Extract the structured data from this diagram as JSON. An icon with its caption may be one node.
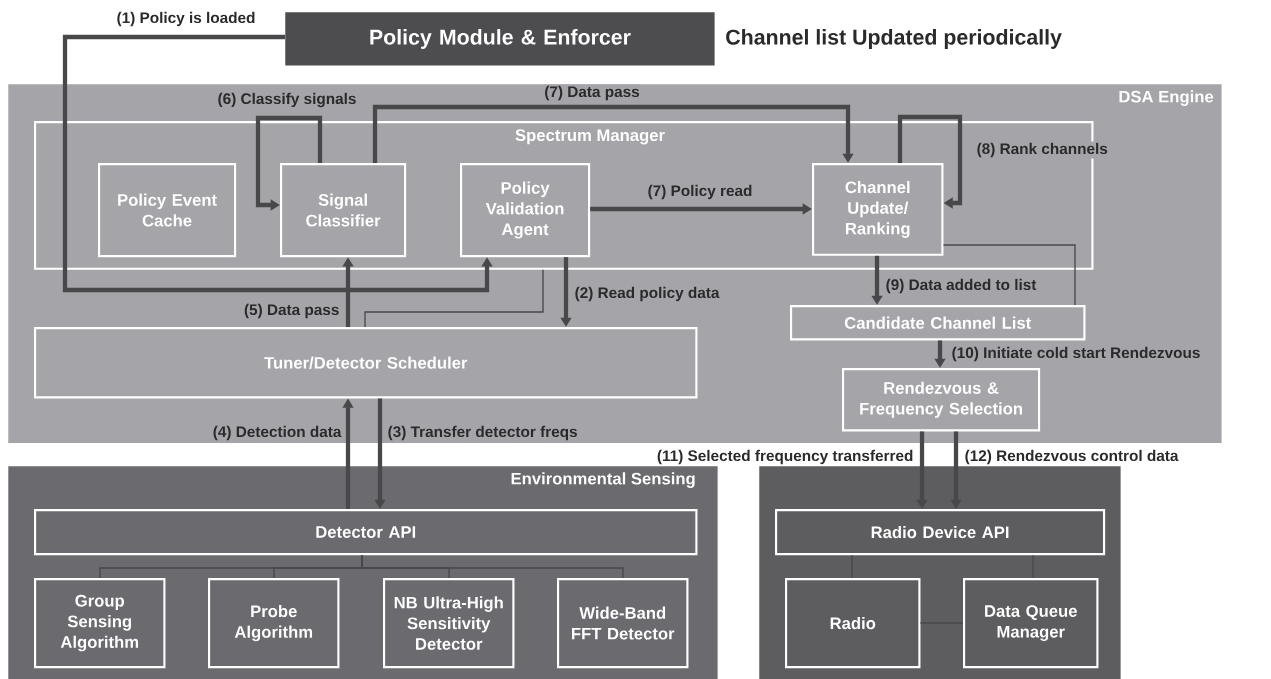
{
  "diagram": {
    "nodes": [
      {
        "text": [
          "Policy Module & Enforcer"
        ],
        "beside": [
          "Channel list Updated periodically"
        ]
      },
      {
        "text": [
          "DSA Engine"
        ]
      },
      {
        "text": [
          "Spectrum Manager"
        ],
        "in": 1
      },
      {
        "text": [
          "Policy Event Cache"
        ],
        "in": 2
      },
      {
        "text": [
          "Signal Classifier"
        ],
        "in": 2
      },
      {
        "text": [
          "Policy Validation Agent"
        ],
        "in": 2
      },
      {
        "text": [
          "Channel Update/ Ranking"
        ],
        "in": 2
      },
      {
        "text": [
          "Tuner/Detector Scheduler"
        ],
        "in": 1
      },
      {
        "text": [
          "Candidate Channel List"
        ],
        "in": 1
      },
      {
        "text": [
          "Rendezvous & Frequency Selection"
        ],
        "in": 1
      },
      {
        "text": [
          "Environmental Sensing"
        ]
      },
      {
        "text": [
          "Detector API"
        ],
        "in": 10
      },
      {
        "text": [
          "Group Sensing Algorithm"
        ],
        "in": 10
      },
      {
        "text": [
          "Probe Algorithm"
        ],
        "in": 10
      },
      {
        "text": [
          "NB Ultra-High Sensitivity Detector"
        ],
        "in": 10
      },
      {
        "text": [
          "Wide-Band FFT Detector"
        ],
        "in": 10
      },
      {
        "text": [],
        "shape": "box"
      },
      {
        "text": [
          "Radio Device API"
        ],
        "in": 16
      },
      {
        "text": [
          "Radio"
        ],
        "in": 16
      },
      {
        "text": [
          "Data Queue Manager"
        ],
        "in": 16
      }
    ],
    "edges": [
      {
        "from": 0,
        "to": 5,
        "arrow": "to",
        "label": "(1) Policy is loaded"
      },
      {
        "from": 5,
        "to": 7,
        "arrow": "to",
        "label": "(2) Read policy data"
      },
      {
        "from": 7,
        "to": 11,
        "arrow": "to",
        "label": "(3) Transfer detector freqs"
      },
      {
        "from": 11,
        "to": 7,
        "arrow": "to",
        "label": "(4) Detection data"
      },
      {
        "from": 7,
        "to": 4,
        "arrow": "to",
        "label": "(5) Data pass"
      },
      {
        "from": 7,
        "to": 2,
        "arrow": "none"
      },
      {
        "from": 4,
        "to": 4,
        "arrow": "to",
        "label": "(6) Classify signals"
      },
      {
        "from": 4,
        "to": 6,
        "arrow": "to",
        "label": "(7) Data pass"
      },
      {
        "from": 5,
        "to": 6,
        "arrow": "to",
        "label": "(7) Policy read"
      },
      {
        "from": 6,
        "to": 6,
        "arrow": "to",
        "label": "(8) Rank channels"
      },
      {
        "from": 6,
        "to": 8,
        "arrow": "to",
        "label": "(9) Data added to list"
      },
      {
        "from": 6,
        "to": 8,
        "arrow": "none"
      },
      {
        "from": 8,
        "to": 9,
        "arrow": "to",
        "label": "(10) Initiate cold start Rendezvous"
      },
      {
        "from": 9,
        "to": 17,
        "arrow": "to",
        "label": "(11) Selected frequency transferred"
      },
      {
        "from": 9,
        "to": 17,
        "arrow": "to",
        "label": "(12) Rendezvous control data"
      },
      {
        "from": 11,
        "to": 12,
        "arrow": "none"
      },
      {
        "from": 11,
        "to": 13,
        "arrow": "none"
      },
      {
        "from": 11,
        "to": 14,
        "arrow": "none"
      },
      {
        "from": 11,
        "to": 15,
        "arrow": "none"
      },
      {
        "from": 17,
        "to": 18,
        "arrow": "none"
      },
      {
        "from": 17,
        "to": 19,
        "arrow": "none"
      },
      {
        "from": 18,
        "to": 19,
        "arrow": "none"
      }
    ]
  }
}
